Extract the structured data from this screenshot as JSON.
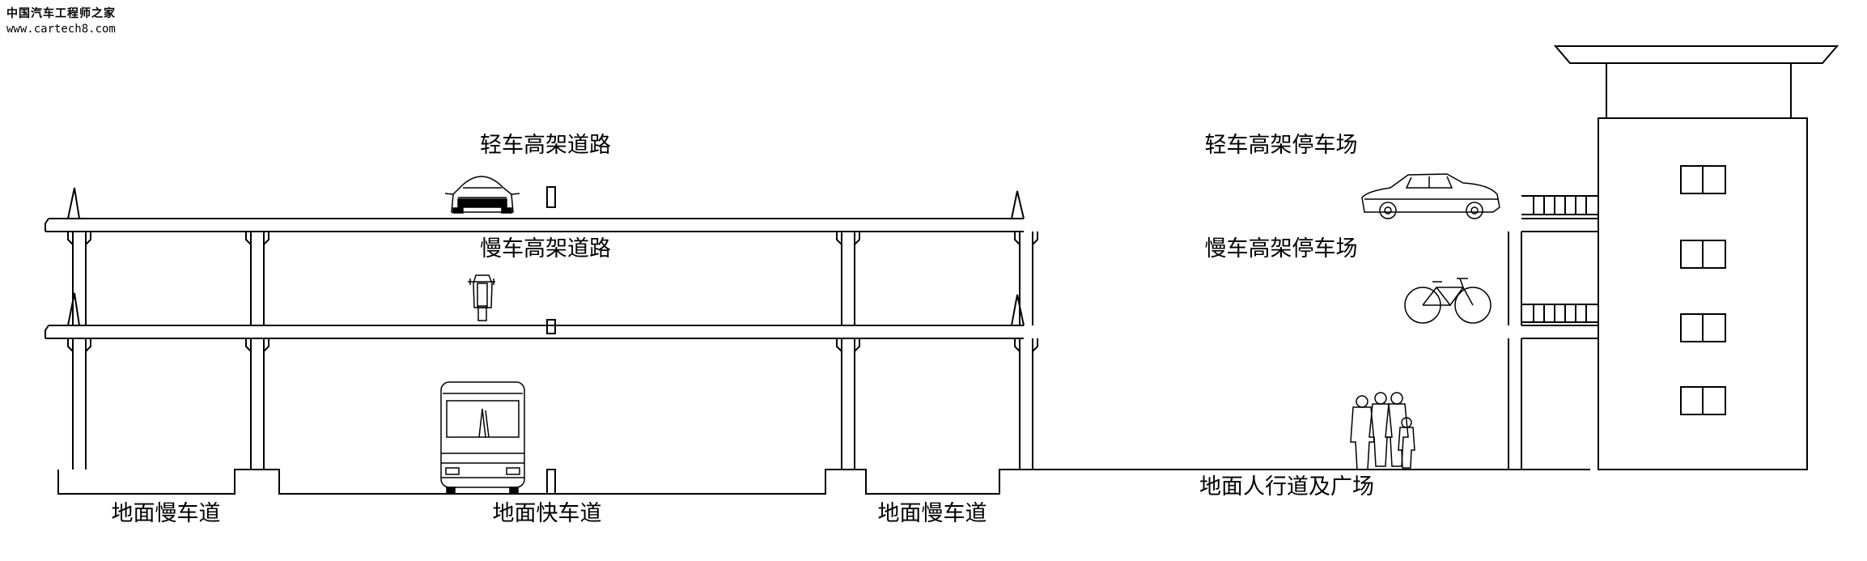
{
  "watermark": {
    "name": "中国汽车工程师之家",
    "url": "www.cartech8.com"
  },
  "labels": {
    "light_elevated_road": "轻车高架道路",
    "light_elevated_parking": "轻车高架停车场",
    "slow_elevated_road": "慢车高架道路",
    "slow_elevated_parking": "慢车高架停车场",
    "ground_slow_lane_left": "地面慢车道",
    "ground_fast_lane": "地面快车道",
    "ground_slow_lane_right": "地面慢车道",
    "ground_sidewalk_plaza": "地面人行道及广场"
  },
  "icons": [
    "car-icon",
    "motorcycle-icon",
    "bus-icon",
    "sedan-icon",
    "bicycle-icon",
    "pedestrians-icon"
  ]
}
